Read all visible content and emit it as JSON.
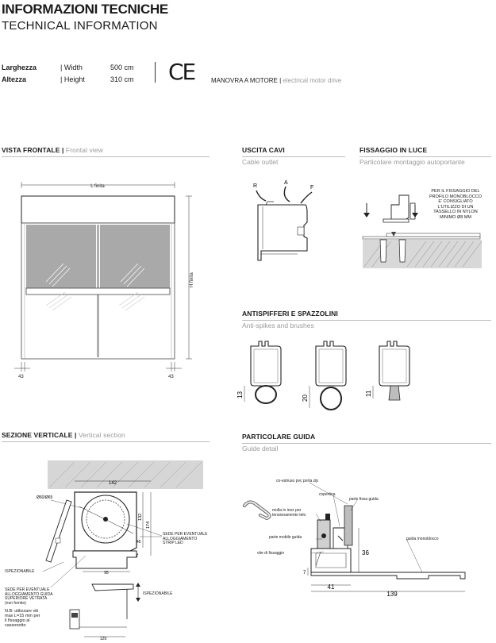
{
  "header": {
    "title": "INFORMAZIONI TECNICHE",
    "subtitle": "TECHNICAL INFORMATION"
  },
  "specs": {
    "width_label_it": "Larghezza",
    "width_label_en": "Width",
    "width_value": "500 cm",
    "height_label_it": "Altezza",
    "height_label_en": "Height",
    "height_value": "310 cm",
    "ce_mark": "CE",
    "motor_it": "MANOVRA A MOTORE",
    "motor_en": "electrical motor drive"
  },
  "front_view": {
    "title_it": "VISTA FRONTALE",
    "title_en": "Frontal view",
    "l_finita": "L finita",
    "h_finita": "H finita",
    "dim_left": "43",
    "dim_right": "43"
  },
  "cable_outlet": {
    "title_it": "USCITA CAVI",
    "title_en": "Cable outlet",
    "label_r": "R",
    "label_a": "A",
    "label_f": "F"
  },
  "fixing": {
    "title_it": "FISSAGGIO IN LUCE",
    "title_en": "Particolare montaggio autoportante",
    "note_lines": [
      "PER IL FISSAGGIO DEL",
      "PROFILO MONOBLOCCO",
      "E' CONSIGLIATO",
      "L'UTILIZZO DI UN",
      "TASSELLO IN NYLON",
      "MINIMO Ø8 MM"
    ]
  },
  "antispikes": {
    "title_it": "ANTISPIFFERI E SPAZZOLINI",
    "title_en": "Anti-spikes and brushes",
    "dims": [
      "13",
      "20",
      "11"
    ]
  },
  "vertical_section": {
    "title_it": "SEZIONE VERTICALE",
    "title_en": "Vertical section",
    "dim_top": "142",
    "dim_130": "Ø60/Ø65",
    "dim_132": "132",
    "dim_174": "174",
    "dim_45": "45",
    "dim_42": "42",
    "dim_95": "95",
    "dim_129": "129",
    "led_note_lines": [
      "SEDE PER EVENTUALE",
      "ALLOGGIAMENTO",
      "STRIP LED"
    ],
    "ispezionabile": "ISPEZIONABILE",
    "glass_note_lines": [
      "SEDE PER EVENTUALE",
      "ALLOGGIAMENTO GUIDA",
      "SUPERIORE VETRATA",
      "(non fornito)"
    ],
    "screw_note_lines": [
      "N.B: utilizzare viti",
      "max L=15 mm per",
      "il fissaggio al",
      "cassonetto"
    ]
  },
  "guide_detail": {
    "title_it": "PARTICOLARE GUIDA",
    "title_en": "Guide detail",
    "labels": {
      "coestruso": "co-estruso pvc porta zip",
      "copertina": "copertina",
      "parte_fissa": "parte fissa guida",
      "molla_l1": "molla in inox per",
      "molla_l2": "tensionamento telo",
      "parte_mobile": "parte mobile guida",
      "guida_monoblocco": "guida monoblocco",
      "vite": "vite di fissaggio"
    },
    "dim_36": "36",
    "dim_7": "7",
    "dim_41": "41",
    "dim_139": "139"
  }
}
